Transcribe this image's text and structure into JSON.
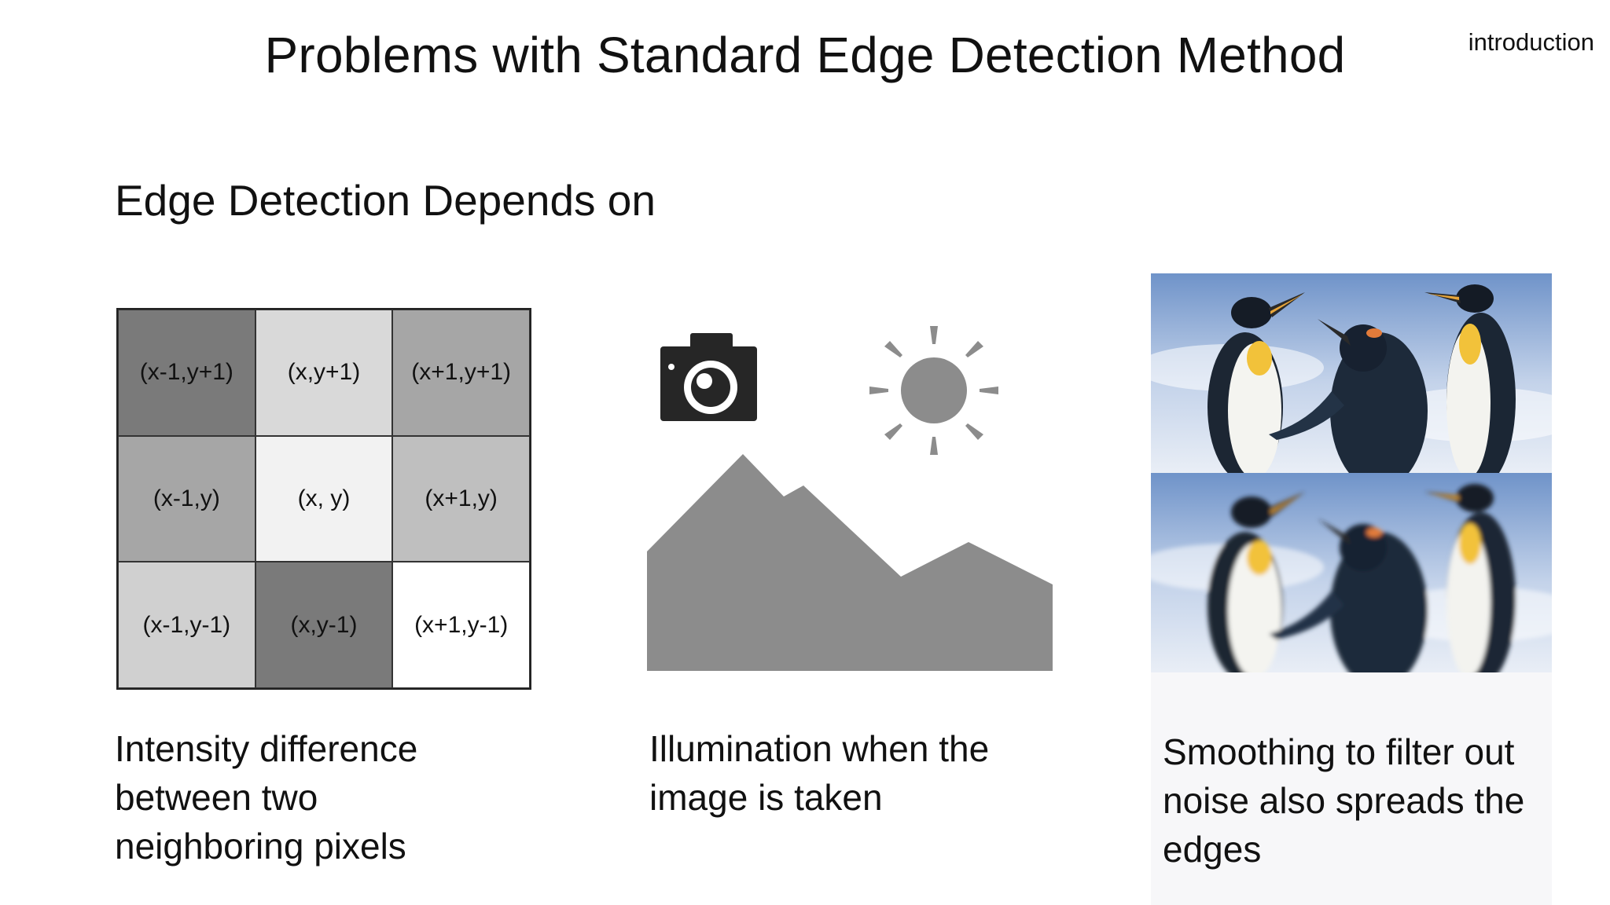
{
  "slide": {
    "title": "Problems with Standard Edge Detection Method",
    "section_tag": "introduction",
    "subheading": "Edge Detection Depends on"
  },
  "pixel_grid": {
    "cells": [
      {
        "label": "(x-1,y+1)",
        "shade": "#7a7a7a"
      },
      {
        "label": "(x,y+1)",
        "shade": "#d9d9d9"
      },
      {
        "label": "(x+1,y+1)",
        "shade": "#a6a6a6"
      },
      {
        "label": "(x-1,y)",
        "shade": "#a6a6a6"
      },
      {
        "label": "(x, y)",
        "shade": "#f2f2f2"
      },
      {
        "label": "(x+1,y)",
        "shade": "#bfbfbf"
      },
      {
        "label": "(x-1,y-1)",
        "shade": "#d0d0d0"
      },
      {
        "label": "(x,y-1)",
        "shade": "#7a7a7a"
      },
      {
        "label": "(x+1,y-1)",
        "shade": "#ffffff"
      }
    ]
  },
  "columns": [
    {
      "caption_lines": [
        "Intensity difference",
        "between two",
        "neighboring pixels"
      ]
    },
    {
      "caption_lines": [
        "Illumination when the",
        "image is taken"
      ],
      "icon": "camera-sun-mountain-icon",
      "icon_color": "#8c8c8c",
      "camera_color": "#262626"
    },
    {
      "caption_lines": [
        "Smoothing to filter out",
        "noise also spreads the",
        "edges"
      ],
      "images": [
        "penguins-sharp",
        "penguins-smoothed"
      ]
    }
  ],
  "colors": {
    "text": "#111111",
    "background": "#ffffff",
    "grid_border": "#222222",
    "sky_top": "#6f93c9",
    "sky_bottom": "#e9eef6"
  }
}
